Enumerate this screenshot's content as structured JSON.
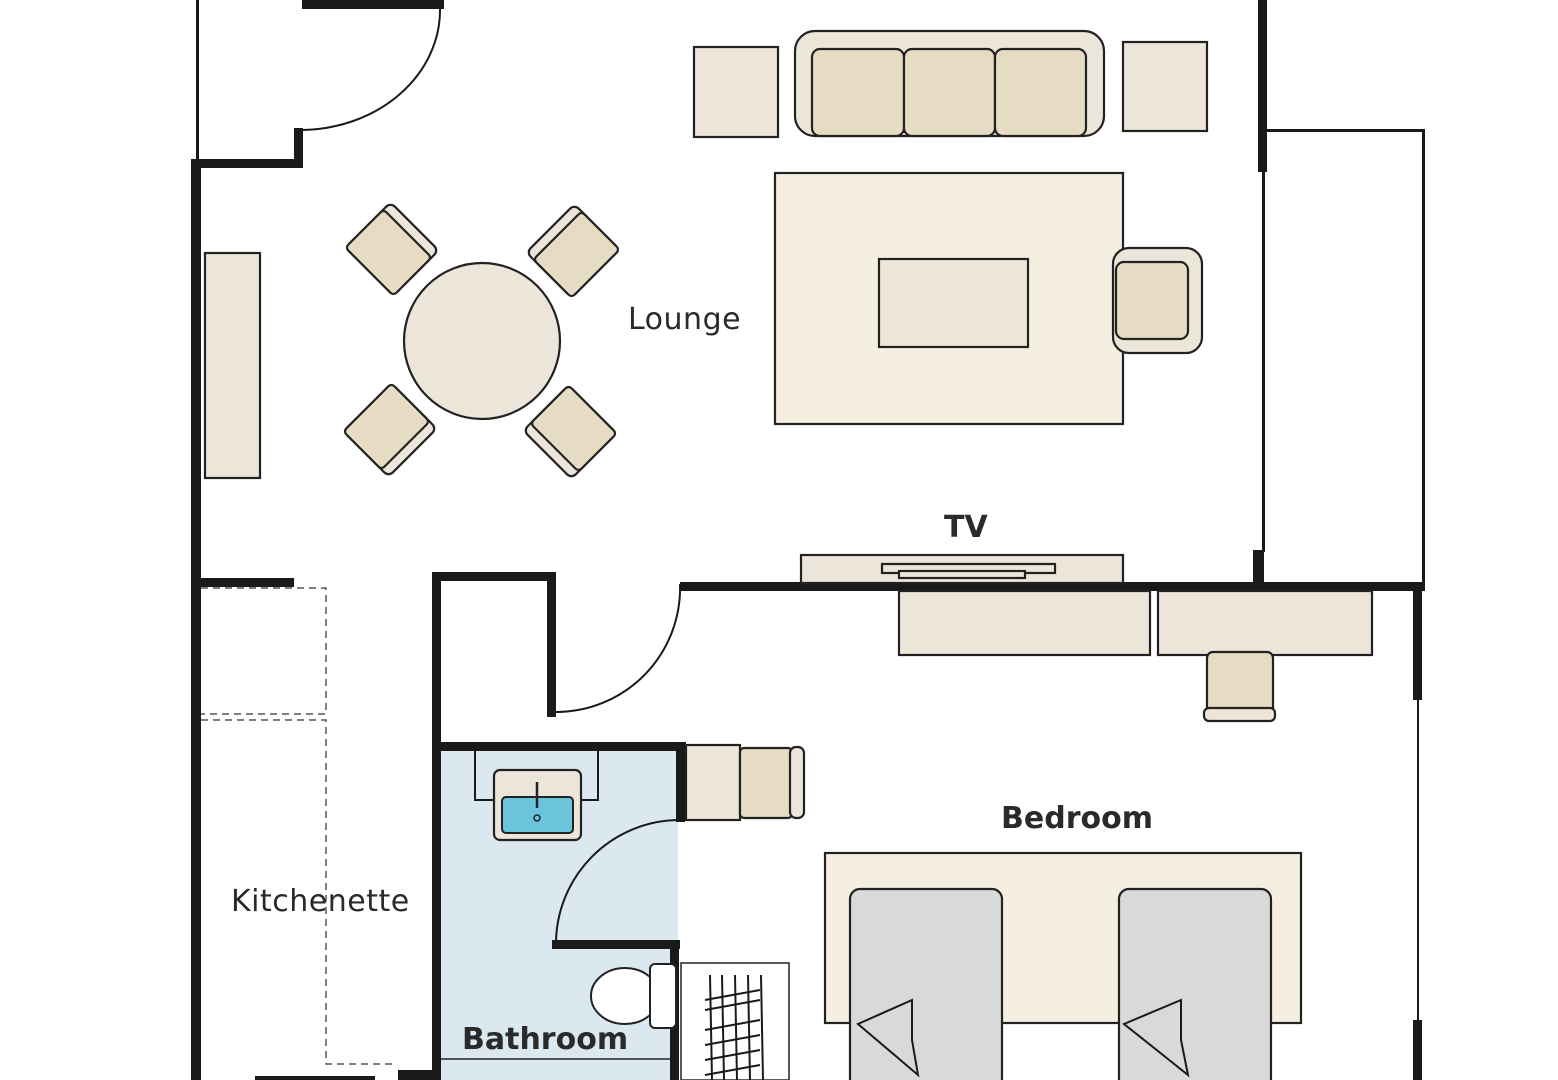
{
  "rooms": {
    "lounge": "Lounge",
    "tv": "TV",
    "bedroom": "Bedroom",
    "kitchenette": "Kitchenette",
    "bathroom": "Bathroom"
  },
  "colors": {
    "wall": "#1a1a1a",
    "furniture": "#e6dcc3",
    "furniture_light": "#ece5d9",
    "rug": "#f5efe2",
    "bathroom_floor": "#dce8ef",
    "sink_basin": "#6cc4dc",
    "bed_linen": "#d9d9d9"
  }
}
